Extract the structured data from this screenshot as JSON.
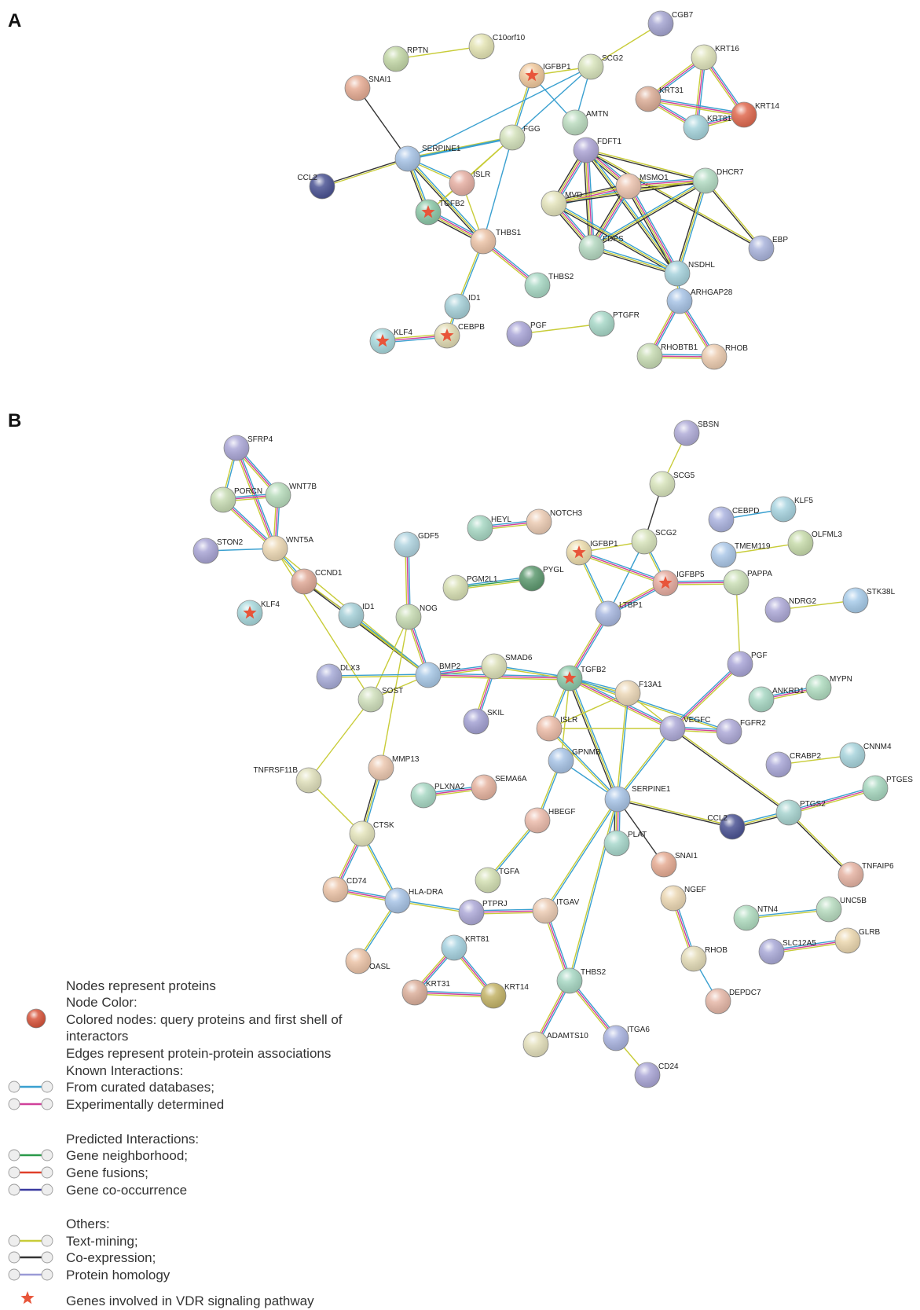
{
  "panels": [
    {
      "letter": "A",
      "nodes": [
        {
          "id": "CGB7",
          "color": "#a6a6d2"
        },
        {
          "id": "C10orf10",
          "color": "#e4e4b4"
        },
        {
          "id": "RPTN",
          "color": "#c4d8a8"
        },
        {
          "id": "SNAI1",
          "color": "#e6ac94"
        },
        {
          "id": "IGFBP1",
          "color": "#f0c89c",
          "star": true
        },
        {
          "id": "SCG2",
          "color": "#d8e4bc"
        },
        {
          "id": "KRT16",
          "color": "#e0e4bc"
        },
        {
          "id": "KRT31",
          "color": "#dcae98"
        },
        {
          "id": "KRT81",
          "color": "#a6d4dc"
        },
        {
          "id": "KRT14",
          "color": "#e06a50"
        },
        {
          "id": "AMTN",
          "color": "#bcdcc0"
        },
        {
          "id": "FGG",
          "color": "#d4e2bc"
        },
        {
          "id": "SERPINE1",
          "color": "#a8c4e6"
        },
        {
          "id": "FDFT1",
          "color": "#aea6d6"
        },
        {
          "id": "CCL2",
          "color": "#4c5494"
        },
        {
          "id": "ISLR",
          "color": "#e6b0a4"
        },
        {
          "id": "MSMO1",
          "color": "#ecc4b0"
        },
        {
          "id": "DHCR7",
          "color": "#b4dcc4"
        },
        {
          "id": "TGFB2",
          "color": "#8cc8a8",
          "star": true
        },
        {
          "id": "MVD",
          "color": "#e4e4bc"
        },
        {
          "id": "THBS1",
          "color": "#ecc4a8"
        },
        {
          "id": "FDPS",
          "color": "#b4d8c0"
        },
        {
          "id": "EBP",
          "color": "#aab4dc"
        },
        {
          "id": "NSDHL",
          "color": "#a6d2dc"
        },
        {
          "id": "THBS2",
          "color": "#a8d8c4"
        },
        {
          "id": "ARHGAP28",
          "color": "#a8c4e6"
        },
        {
          "id": "ID1",
          "color": "#a6d0d8"
        },
        {
          "id": "PTGFR",
          "color": "#a8d8c8"
        },
        {
          "id": "PGF",
          "color": "#aaa6d8"
        },
        {
          "id": "CEBPB",
          "color": "#e2dcb4",
          "star": true
        },
        {
          "id": "KLF4",
          "color": "#a8d8dc",
          "star": true
        },
        {
          "id": "RHOBTB1",
          "color": "#c8dcb4"
        },
        {
          "id": "RHOB",
          "color": "#ecccb0"
        }
      ]
    },
    {
      "letter": "B",
      "nodes": [
        {
          "id": "SBSN",
          "color": "#b0acd8"
        },
        {
          "id": "SFRP4",
          "color": "#aca8d8"
        },
        {
          "id": "SCG5",
          "color": "#d8e4bc"
        },
        {
          "id": "PORCN",
          "color": "#c8dcb4"
        },
        {
          "id": "WNT7B",
          "color": "#b8dcbc"
        },
        {
          "id": "CEBPD",
          "color": "#acb4e0"
        },
        {
          "id": "KLF5",
          "color": "#a8d4e0"
        },
        {
          "id": "HEYL",
          "color": "#a8d8c4"
        },
        {
          "id": "NOTCH3",
          "color": "#ecccb4"
        },
        {
          "id": "GDF5",
          "color": "#b0d4e0"
        },
        {
          "id": "STON2",
          "color": "#aaa6d6"
        },
        {
          "id": "WNT5A",
          "color": "#ecd8b4"
        },
        {
          "id": "IGFBP1",
          "color": "#ecdcac",
          "star": true
        },
        {
          "id": "SCG2",
          "color": "#d8e4bc"
        },
        {
          "id": "TMEM119",
          "color": "#acc8e8"
        },
        {
          "id": "OLFML3",
          "color": "#c8dcac"
        },
        {
          "id": "PGM2L1",
          "color": "#d8e0b4"
        },
        {
          "id": "PYGL",
          "color": "#5e9a70"
        },
        {
          "id": "IGFBP5",
          "color": "#e6aca0",
          "star": true
        },
        {
          "id": "PAPPA",
          "color": "#cce0b8"
        },
        {
          "id": "CCND1",
          "color": "#e0aa98"
        },
        {
          "id": "STK38L",
          "color": "#a8ccea"
        },
        {
          "id": "NDRG2",
          "color": "#aeaad8"
        },
        {
          "id": "KLF4",
          "color": "#a8d8dc",
          "star": true
        },
        {
          "id": "ID1",
          "color": "#a6d0d8"
        },
        {
          "id": "NOG",
          "color": "#c8dcb4"
        },
        {
          "id": "LTBP1",
          "color": "#a8b8e0"
        },
        {
          "id": "PGF",
          "color": "#aaa6d8"
        },
        {
          "id": "DLX3",
          "color": "#a8acd8"
        },
        {
          "id": "BMP2",
          "color": "#a8c8e6"
        },
        {
          "id": "SMAD6",
          "color": "#dce0b8"
        },
        {
          "id": "TGFB2",
          "color": "#8cc8a8",
          "star": true
        },
        {
          "id": "F13A1",
          "color": "#ecd8b8"
        },
        {
          "id": "ANKRD1",
          "color": "#a8d8c4"
        },
        {
          "id": "MYPN",
          "color": "#b0dcc0"
        },
        {
          "id": "SOST",
          "color": "#d0e0bc"
        },
        {
          "id": "SKIL",
          "color": "#a4a2d4"
        },
        {
          "id": "ISLR",
          "color": "#ecbca8"
        },
        {
          "id": "VEGFC",
          "color": "#aeaad8"
        },
        {
          "id": "FGFR2",
          "color": "#aeaad8"
        },
        {
          "id": "CRABP2",
          "color": "#aaa8d8"
        },
        {
          "id": "CNNM4",
          "color": "#a8d4dc"
        },
        {
          "id": "GPNMB",
          "color": "#a8c4e6"
        },
        {
          "id": "MMP13",
          "color": "#ecc8b0"
        },
        {
          "id": "TNFRSF11B",
          "color": "#e0e0bc"
        },
        {
          "id": "SEMA6A",
          "color": "#e6b4a0"
        },
        {
          "id": "PLXNA2",
          "color": "#a8d8c4"
        },
        {
          "id": "SERPINE1",
          "color": "#a8c4e6"
        },
        {
          "id": "PTGES",
          "color": "#a8d8c0"
        },
        {
          "id": "HBEGF",
          "color": "#ecbcac"
        },
        {
          "id": "CCL2",
          "color": "#4c5494"
        },
        {
          "id": "PTGS2",
          "color": "#a8d4d0"
        },
        {
          "id": "CTSK",
          "color": "#e4e4bc"
        },
        {
          "id": "PLAT",
          "color": "#a8d8cc"
        },
        {
          "id": "SNAI1",
          "color": "#e6ac94"
        },
        {
          "id": "TGFA",
          "color": "#d4e0b4"
        },
        {
          "id": "TNFAIP6",
          "color": "#e6b4a4"
        },
        {
          "id": "CD74",
          "color": "#ecc4a8"
        },
        {
          "id": "NGEF",
          "color": "#ecd8b4"
        },
        {
          "id": "HLA-DRA",
          "color": "#a8c4e6"
        },
        {
          "id": "PTPRJ",
          "color": "#aeaad8"
        },
        {
          "id": "ITGAV",
          "color": "#ecccb4"
        },
        {
          "id": "UNC5B",
          "color": "#b8dcc0"
        },
        {
          "id": "NTN4",
          "color": "#b0dcc0"
        },
        {
          "id": "KRT81",
          "color": "#a6d2e0"
        },
        {
          "id": "RHOB",
          "color": "#e4dcb8"
        },
        {
          "id": "GLRB",
          "color": "#ecd8b0"
        },
        {
          "id": "SLC12A5",
          "color": "#aaaad8"
        },
        {
          "id": "OASL",
          "color": "#ecc4a8"
        },
        {
          "id": "THBS2",
          "color": "#a8d8c4"
        },
        {
          "id": "DEPDC7",
          "color": "#e6b8a8"
        },
        {
          "id": "KRT31",
          "color": "#dcb09c"
        },
        {
          "id": "KRT14",
          "color": "#c4b468"
        },
        {
          "id": "ADAMTS10",
          "color": "#e4e0bc"
        },
        {
          "id": "ITGA6",
          "color": "#aab4e0"
        },
        {
          "id": "CD24",
          "color": "#aaa6d6"
        }
      ]
    }
  ],
  "legend": {
    "lines": [
      "Nodes represent proteins",
      "Node Color:",
      "Colored nodes: query proteins and first shell of",
      "interactors",
      "Edges represent protein-protein associations",
      "Known Interactions:",
      "From curated databases;",
      "Experimentally determined",
      "Predicted Interactions:",
      "Gene neighborhood;",
      "Gene fusions;",
      "Gene co-occurrence",
      "Others:",
      "Text-mining;",
      "Co-expression;",
      "Protein homology",
      "Genes involved in VDR signaling pathway"
    ],
    "edge_colors": {
      "curated": "#3aa0d0",
      "experimental": "#d0409a",
      "neighborhood": "#2a9a4a",
      "fusion": "#e0402a",
      "cooccurrence": "#3a3aa0",
      "textmining": "#c8cc38",
      "coexpression": "#333333",
      "homology": "#9a9ad6"
    },
    "node_color": "#d8553c",
    "star_color": "#e8553a"
  }
}
